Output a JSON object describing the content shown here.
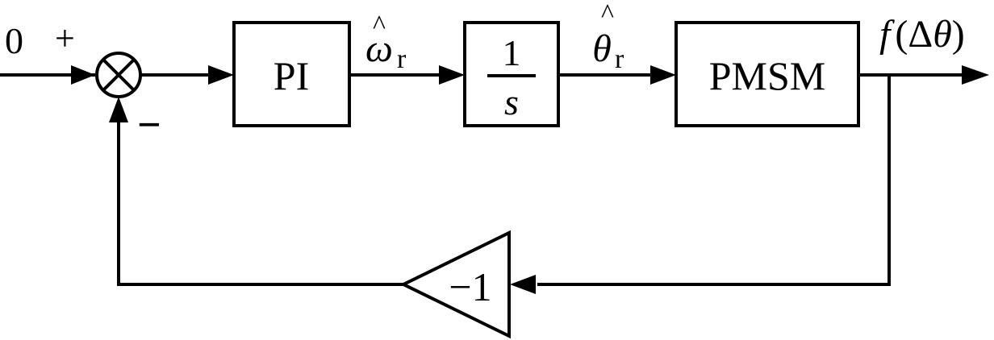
{
  "input": {
    "value": "0",
    "plus_sign": "+",
    "minus_sign": "−"
  },
  "blocks": {
    "pi": {
      "label": "PI"
    },
    "integrator": {
      "numerator": "1",
      "denominator": "s"
    },
    "pmsm": {
      "label": "PMSM"
    }
  },
  "signals": {
    "omega": {
      "symbol": "ω",
      "hat": "^",
      "subscript": "r"
    },
    "theta": {
      "symbol": "θ",
      "hat": "^",
      "subscript": "r"
    },
    "output": {
      "func": "f",
      "open": "(",
      "delta": "Δ",
      "var": "θ",
      "close": ")"
    }
  },
  "feedback_gain": {
    "label": "−1"
  },
  "colors": {
    "line": "#000000",
    "background": "#ffffff"
  }
}
